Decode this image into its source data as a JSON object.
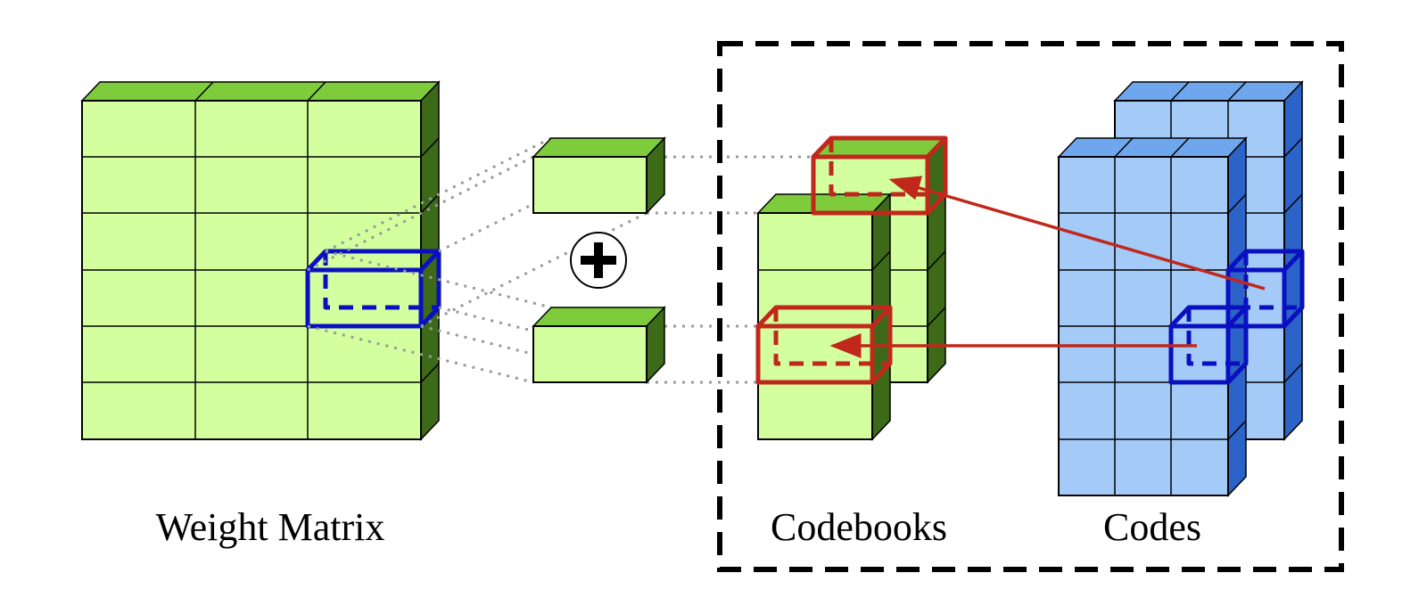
{
  "labels": {
    "weight_matrix": "Weight Matrix",
    "codebooks": "Codebooks",
    "codes": "Codes",
    "plus_symbol": "+"
  },
  "colors": {
    "green_front": "#d4ff9f",
    "green_top": "#7ecb3b",
    "green_side": "#3d6a19",
    "blue_front": "#a4caf8",
    "blue_top": "#6fa7ee",
    "blue_side": "#2c63c8",
    "highlight_blue": "#0a10c0",
    "highlight_red": "#c0281c",
    "connector_gray": "#9a9a9a",
    "outline": "#000000"
  },
  "icons": {
    "plus": "circled-plus-icon",
    "arrow": "arrow-icon"
  }
}
